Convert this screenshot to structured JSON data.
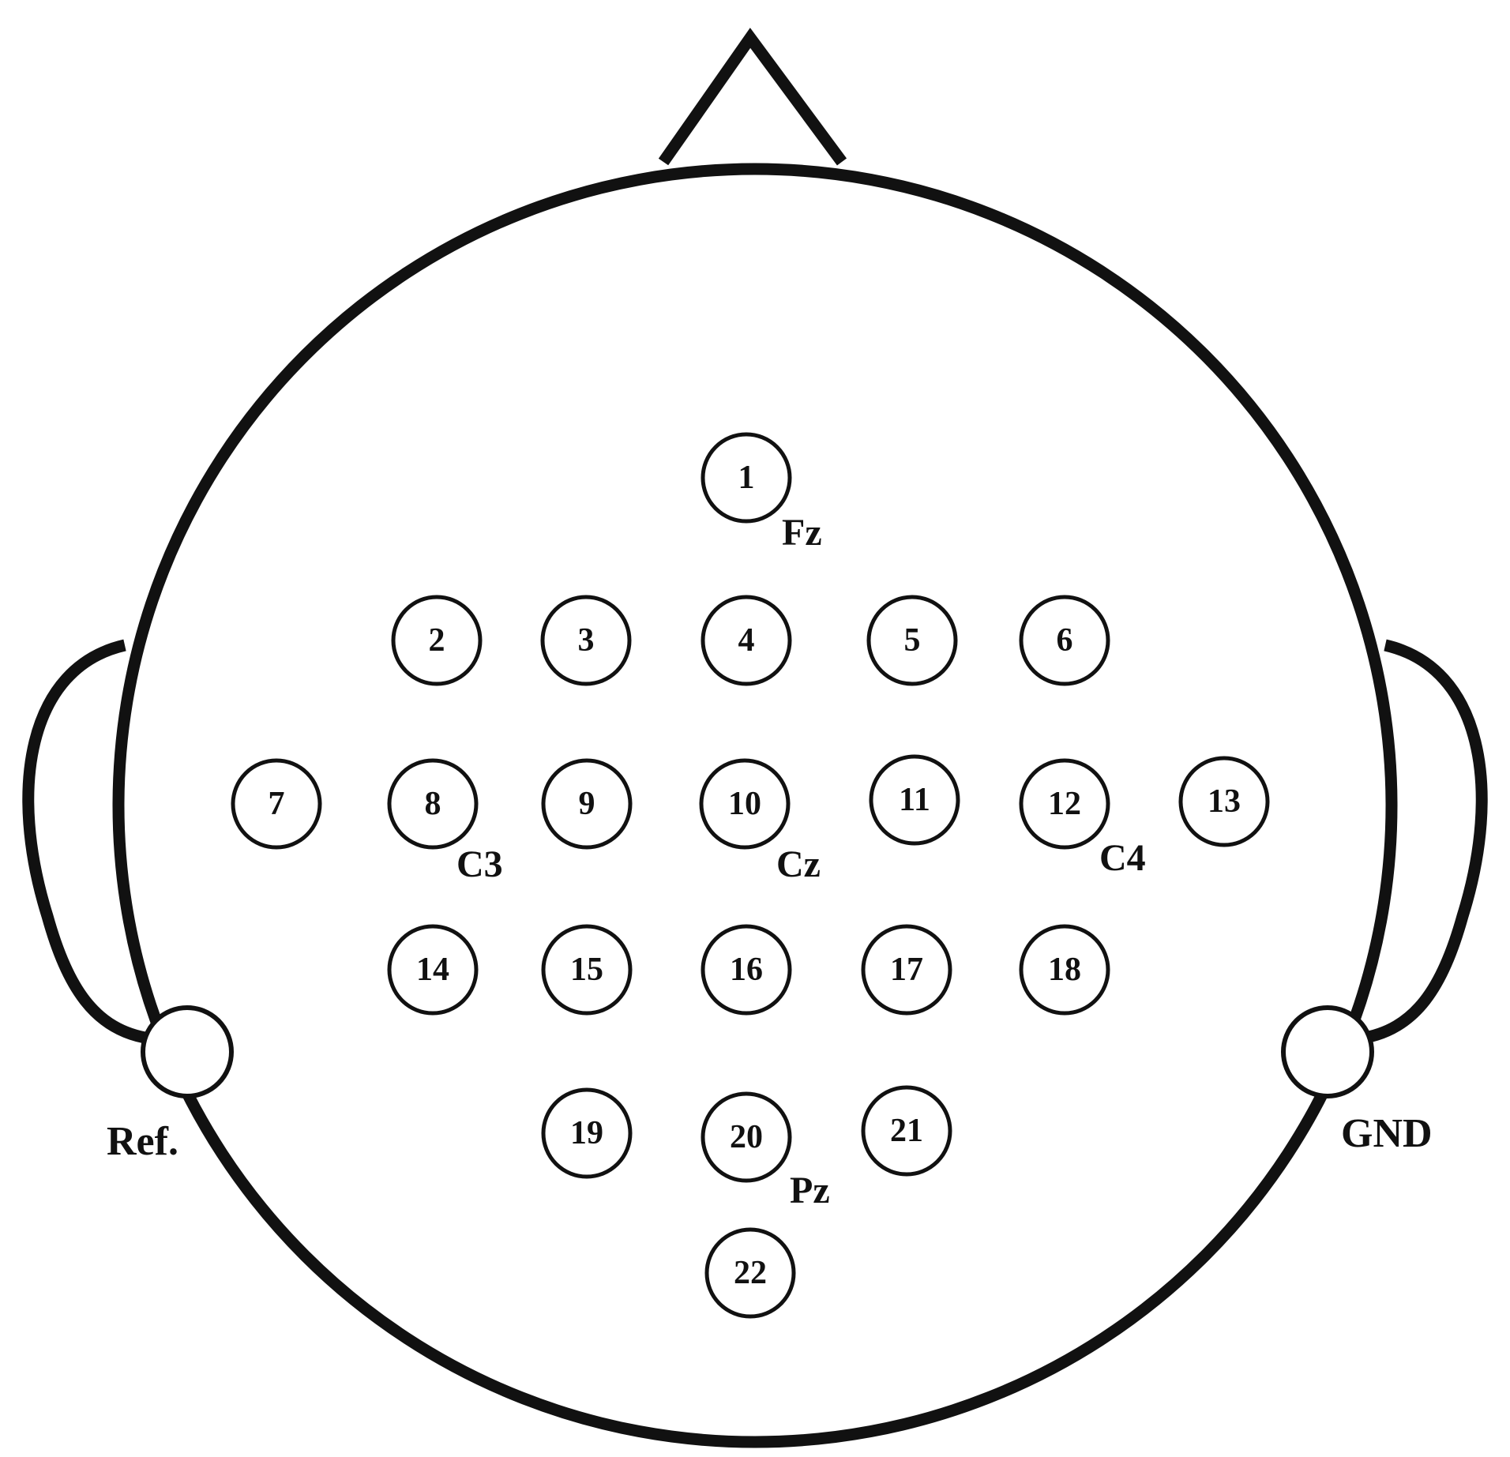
{
  "electrodes": [
    {
      "number": "1",
      "site": "Fz"
    },
    {
      "number": "2",
      "site": ""
    },
    {
      "number": "3",
      "site": ""
    },
    {
      "number": "4",
      "site": ""
    },
    {
      "number": "5",
      "site": ""
    },
    {
      "number": "6",
      "site": ""
    },
    {
      "number": "7",
      "site": ""
    },
    {
      "number": "8",
      "site": "C3"
    },
    {
      "number": "9",
      "site": ""
    },
    {
      "number": "10",
      "site": "Cz"
    },
    {
      "number": "11",
      "site": ""
    },
    {
      "number": "12",
      "site": "C4"
    },
    {
      "number": "13",
      "site": ""
    },
    {
      "number": "14",
      "site": ""
    },
    {
      "number": "15",
      "site": ""
    },
    {
      "number": "16",
      "site": ""
    },
    {
      "number": "17",
      "site": ""
    },
    {
      "number": "18",
      "site": ""
    },
    {
      "number": "19",
      "site": ""
    },
    {
      "number": "20",
      "site": "Pz"
    },
    {
      "number": "21",
      "site": ""
    },
    {
      "number": "22",
      "site": ""
    }
  ],
  "reference_label": "Ref.",
  "ground_label": "GND"
}
